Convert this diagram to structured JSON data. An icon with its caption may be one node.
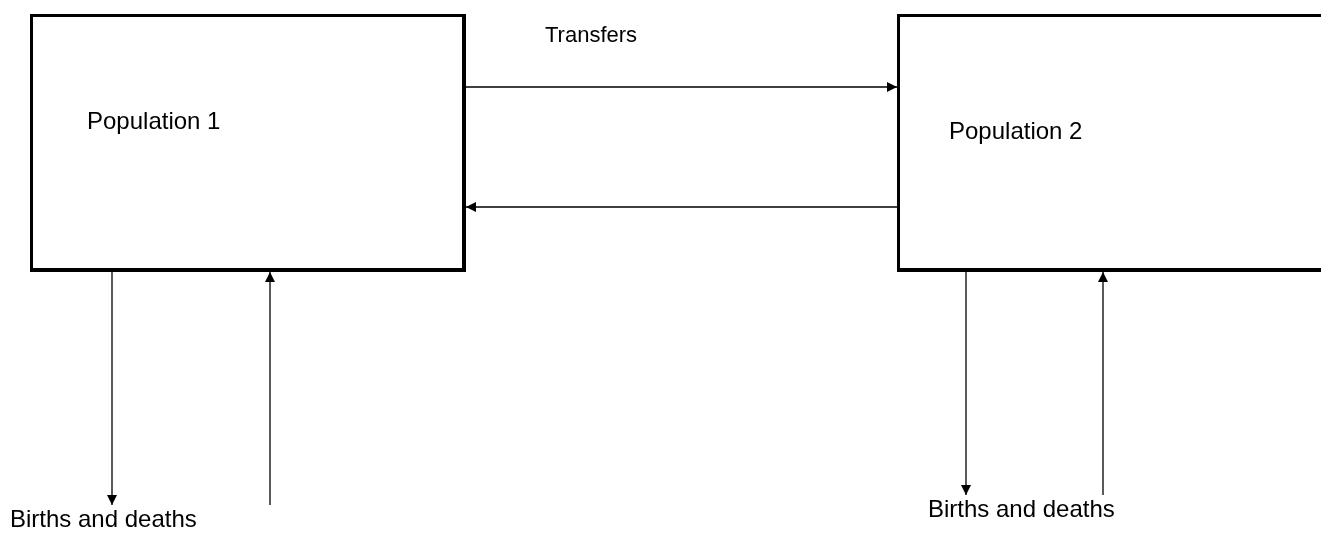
{
  "diagram": {
    "nodes": [
      {
        "text": [
          "Population 1"
        ]
      },
      {
        "text": [
          "Population 2"
        ]
      },
      {
        "text": [
          "Births and deaths"
        ]
      },
      {
        "text": [
          "Births and deaths"
        ]
      }
    ],
    "edges": [
      {
        "from": 0,
        "to": 1,
        "arrow": "to",
        "label": "Transfers"
      },
      {
        "from": 1,
        "to": 0,
        "arrow": "to"
      },
      {
        "from": 0,
        "to": 2,
        "arrow": "to"
      },
      {
        "from": 2,
        "to": 0,
        "arrow": "to"
      },
      {
        "from": 1,
        "to": 3,
        "arrow": "to"
      },
      {
        "from": 3,
        "to": 1,
        "arrow": "to"
      }
    ]
  }
}
